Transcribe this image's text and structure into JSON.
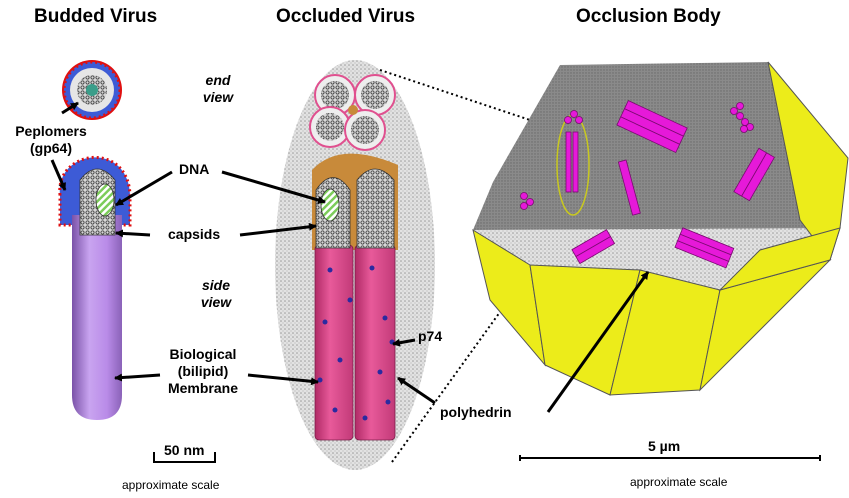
{
  "titles": {
    "budded": "Budded Virus",
    "occluded": "Occluded Virus",
    "occlusion_body": "Occlusion Body"
  },
  "labels": {
    "end_view": [
      "end",
      "view"
    ],
    "side_view": [
      "side",
      "view"
    ],
    "peplomers": [
      "Peplomers",
      "(gp64)"
    ],
    "dna": "DNA",
    "capsids": "capsids",
    "membrane": [
      "Biological",
      "(bilipid)",
      "Membrane"
    ],
    "p74": "p74",
    "polyhedrin": "polyhedrin"
  },
  "scales": {
    "nm": "50 nm",
    "um": "5 µm",
    "note_left": "approximate scale",
    "note_right": "approximate scale"
  },
  "colors": {
    "budded_tube": "#b98be8",
    "envelope_blue": "#3d5bd6",
    "peplomer_red": "#e01010",
    "occluded_rod": "#e0508f",
    "stipple_halo": "#d8d8d8",
    "crystal_top": "#8c8c8c",
    "crystal_side": "#ecec1a",
    "virion_magenta": "#e619d9"
  }
}
